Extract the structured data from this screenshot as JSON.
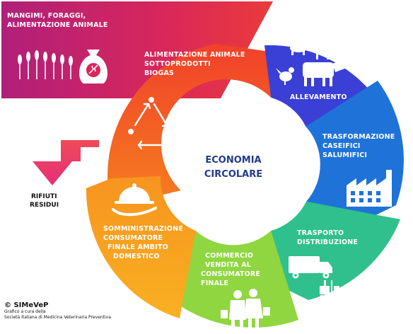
{
  "center": {
    "line1": "ECONOMIA",
    "line2": "CIRCOLARE"
  },
  "feed_banner": {
    "line1": "MANGIMI, FORAGGI,",
    "line2": "ALIMENTAZIONE ANIMALE",
    "color": "#c8246a"
  },
  "segments": [
    {
      "id": "recycle",
      "lines": [
        "ALIMENTAZIONE ANIMALE",
        "SOTTOPRODOTTI",
        "BIOGAS"
      ],
      "color": "#f0531e"
    },
    {
      "id": "livestock",
      "lines": [
        "ALLEVAMENTO"
      ],
      "color": "#3a3fd6"
    },
    {
      "id": "processing",
      "lines": [
        "TRASFORMAZIONE",
        "CASEIFICI",
        "SALUMIFICI"
      ],
      "color": "#1f73d8"
    },
    {
      "id": "transport",
      "lines": [
        "TRASPORTO",
        "DISTRIBUZIONE"
      ],
      "color": "#2fc08e"
    },
    {
      "id": "retail",
      "lines": [
        "COMMERCIO",
        "VENDITA AL",
        "CONSUMATORE",
        "FINALE"
      ],
      "color": "#8fd640"
    },
    {
      "id": "consumption",
      "lines": [
        "SOMMINISTRAZIONE",
        "CONSUMATORE",
        "FINALE AMBITO",
        "DOMESTICO"
      ],
      "color": "#f6a51e"
    }
  ],
  "waste": {
    "line1": "RIFIUTI",
    "line2": "RESIDUI",
    "color": "#e8336e"
  },
  "credit": {
    "brand": "© SIMeVeP",
    "line1": "Grafico a cura della",
    "line2": "Società Italiana di Medicina Veterinaria Preventiva"
  },
  "icons": [
    "wheat-icon",
    "grain-sack-icon",
    "recycle-icon",
    "pig-icon",
    "goat-icon",
    "hen-icon",
    "cow-icon",
    "factory-icon",
    "truck-icon",
    "forklift-icon",
    "shoppers-icon",
    "cloche-icon"
  ]
}
